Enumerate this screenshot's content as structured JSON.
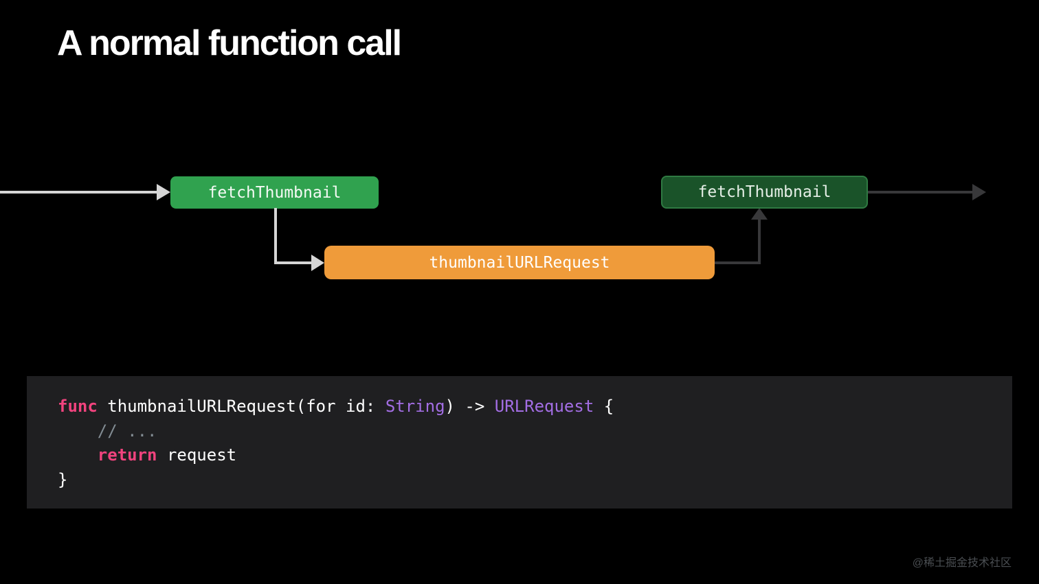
{
  "slide": {
    "title": "A normal function call",
    "background": "#000000"
  },
  "diagram": {
    "nodes": [
      {
        "id": "fetch-thumbnail-left",
        "label": "fetchThumbnail",
        "fill": "#30a24f",
        "text_color": "#f5faf5",
        "state": "active"
      },
      {
        "id": "thumbnail-url-request",
        "label": "thumbnailURLRequest",
        "fill": "#ef9b3a",
        "text_color": "#ffffff",
        "state": "active"
      },
      {
        "id": "fetch-thumbnail-right",
        "label": "fetchThumbnail",
        "fill": "#1a5329",
        "border_color": "#2f7a42",
        "text_color": "#e6efe7",
        "state": "suspended"
      }
    ],
    "arrow_colors": {
      "active": "#d6d6d6",
      "inactive": "#38383a"
    },
    "edges": [
      {
        "id": "caller-to-fetch-thumbnail",
        "style": "active"
      },
      {
        "id": "fetch-thumbnail-to-thumbnail-url-request",
        "style": "active"
      },
      {
        "id": "thumbnail-url-request-to-fetch-thumbnail",
        "style": "inactive"
      },
      {
        "id": "fetch-thumbnail-return",
        "style": "inactive"
      }
    ]
  },
  "code_panel": {
    "background": "#1f1f21",
    "token_colors": {
      "keyword": "#f1437e",
      "plain": "#ffffff",
      "type": "#a36ee4",
      "comment": "#828c93"
    },
    "lines": [
      {
        "tokens": [
          {
            "t": "func",
            "c": "keyword"
          },
          {
            "t": " thumbnailURLRequest(for id: ",
            "c": "plain"
          },
          {
            "t": "String",
            "c": "type"
          },
          {
            "t": ") -> ",
            "c": "plain"
          },
          {
            "t": "URLRequest",
            "c": "type"
          },
          {
            "t": " {",
            "c": "plain"
          }
        ]
      },
      {
        "tokens": [
          {
            "t": "    ",
            "c": "plain"
          },
          {
            "t": "// ...",
            "c": "comment"
          }
        ]
      },
      {
        "tokens": [
          {
            "t": "    ",
            "c": "plain"
          },
          {
            "t": "return",
            "c": "keyword"
          },
          {
            "t": " request",
            "c": "plain"
          }
        ]
      },
      {
        "tokens": [
          {
            "t": "}",
            "c": "plain"
          }
        ]
      }
    ]
  },
  "watermark": {
    "text": "@稀土掘金技术社区"
  }
}
